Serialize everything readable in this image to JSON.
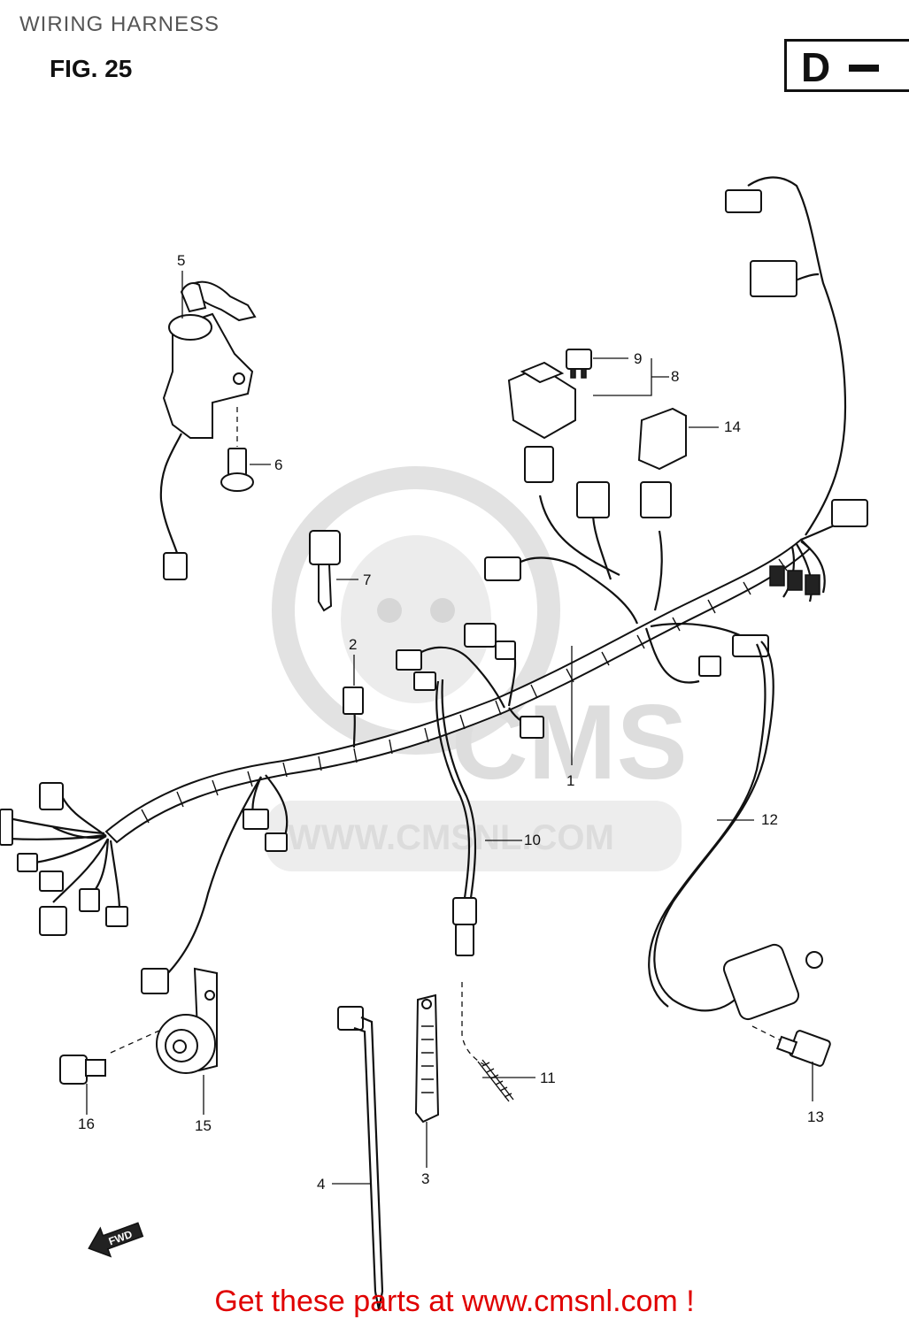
{
  "header": {
    "title": "WIRING HARNESS",
    "figure": "FIG. 25",
    "section": "D"
  },
  "watermark": {
    "logo": "CMS",
    "url": "WWW.CMSNL.COM"
  },
  "callouts": [
    "1",
    "2",
    "3",
    "4",
    "5",
    "6",
    "7",
    "8",
    "9",
    "10",
    "11",
    "12",
    "13",
    "14",
    "15",
    "16"
  ],
  "fwd_arrow": "FWD",
  "footer": {
    "promo": "Get these parts at www.cmsnl.com !"
  }
}
